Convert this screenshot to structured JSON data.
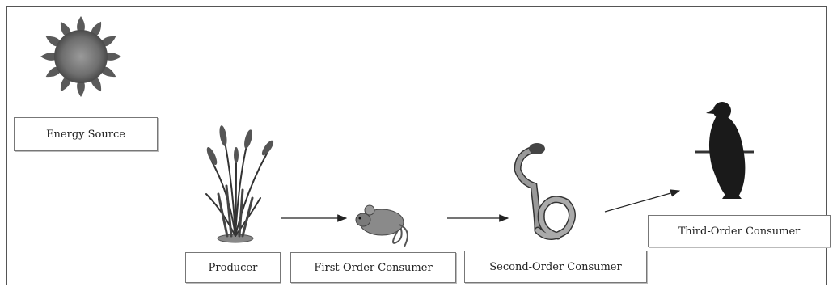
{
  "labels": {
    "energy_source": "Energy Source",
    "producer": "Producer",
    "first_order": "First-Order Consumer",
    "second_order": "Second-Order Consumer",
    "third_order": "Third-Order Consumer"
  },
  "icons": {
    "sun": "sun-icon",
    "producer": "grass-plant-icon",
    "first_order": "mouse-icon",
    "second_order": "snake-icon",
    "third_order": "bird-icon"
  }
}
